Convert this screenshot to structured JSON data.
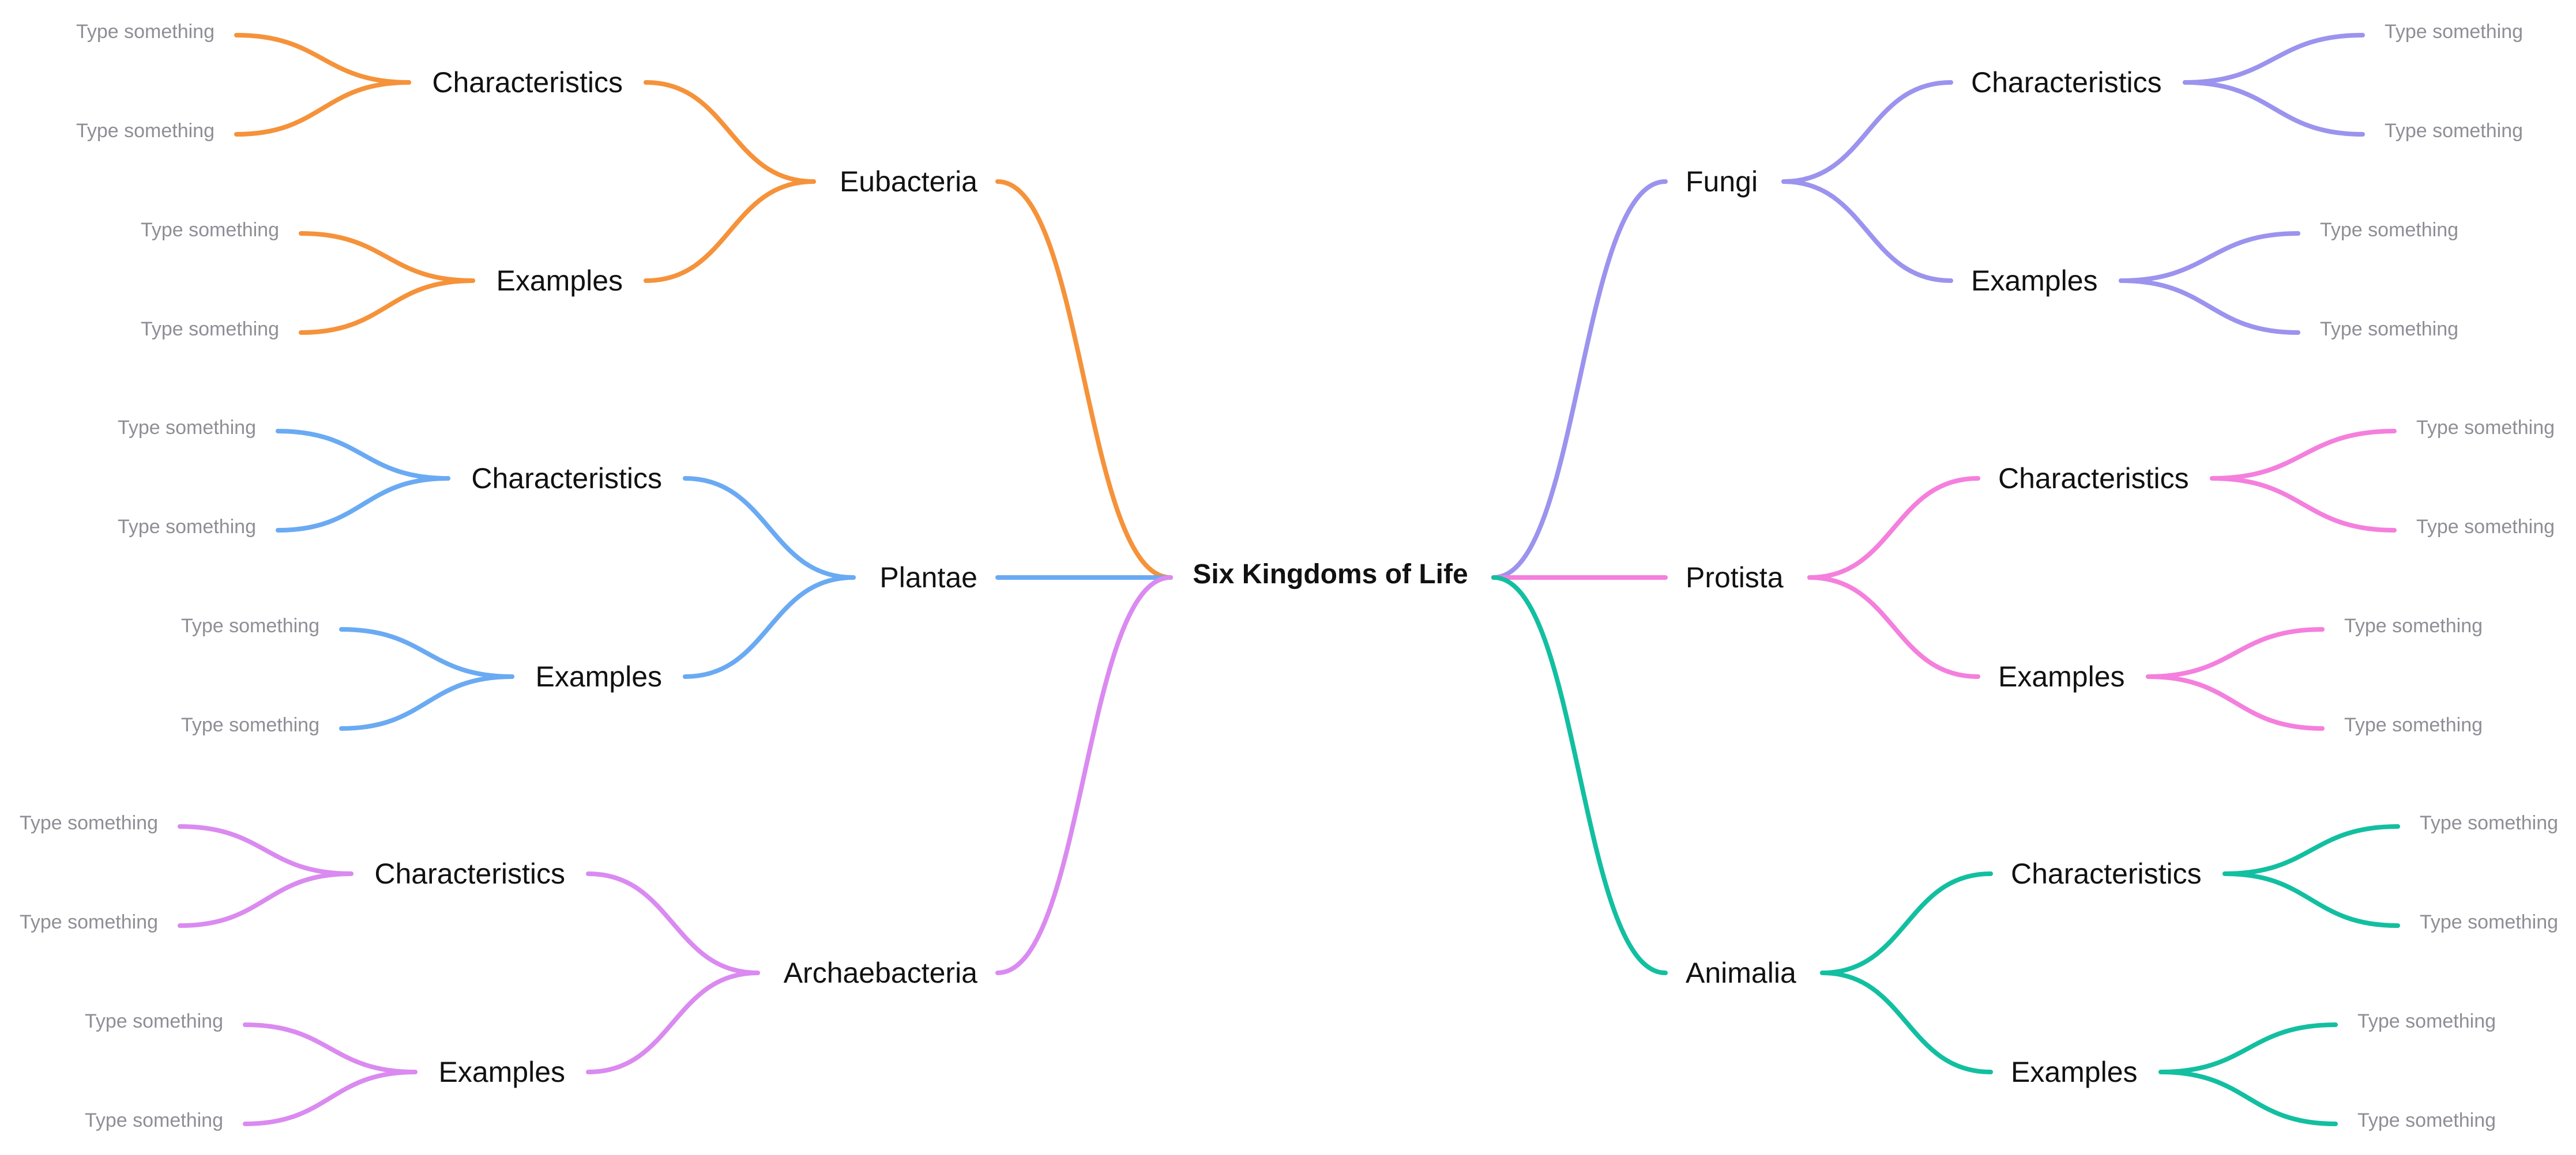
{
  "root": {
    "label": "Six Kingdoms of Life"
  },
  "kingdoms": [
    {
      "label": "Eubacteria",
      "side": "left",
      "color": "#F5923A",
      "topics": [
        {
          "label": "Characteristics",
          "leaves": [
            "Type something",
            "Type something"
          ]
        },
        {
          "label": "Examples",
          "leaves": [
            "Type something",
            "Type something"
          ]
        }
      ]
    },
    {
      "label": "Plantae",
      "side": "left",
      "color": "#6AAAF3",
      "topics": [
        {
          "label": "Characteristics",
          "leaves": [
            "Type something",
            "Type something"
          ]
        },
        {
          "label": "Examples",
          "leaves": [
            "Type something",
            "Type something"
          ]
        }
      ]
    },
    {
      "label": "Archaebacteria",
      "side": "left",
      "color": "#DA8AF0",
      "topics": [
        {
          "label": "Characteristics",
          "leaves": [
            "Type something",
            "Type something"
          ]
        },
        {
          "label": "Examples",
          "leaves": [
            "Type something",
            "Type something"
          ]
        }
      ]
    },
    {
      "label": "Fungi",
      "side": "right",
      "color": "#9B93EE",
      "topics": [
        {
          "label": "Characteristics",
          "leaves": [
            "Type something",
            "Type something"
          ]
        },
        {
          "label": "Examples",
          "leaves": [
            "Type something",
            "Type something"
          ]
        }
      ]
    },
    {
      "label": "Protista",
      "side": "right",
      "color": "#F47FDD",
      "topics": [
        {
          "label": "Characteristics",
          "leaves": [
            "Type something",
            "Type something"
          ]
        },
        {
          "label": "Examples",
          "leaves": [
            "Type something",
            "Type something"
          ]
        }
      ]
    },
    {
      "label": "Animalia",
      "side": "right",
      "color": "#12BFA0",
      "topics": [
        {
          "label": "Characteristics",
          "leaves": [
            "Type something",
            "Type something"
          ]
        },
        {
          "label": "Examples",
          "leaves": [
            "Type something",
            "Type something"
          ]
        }
      ]
    }
  ]
}
